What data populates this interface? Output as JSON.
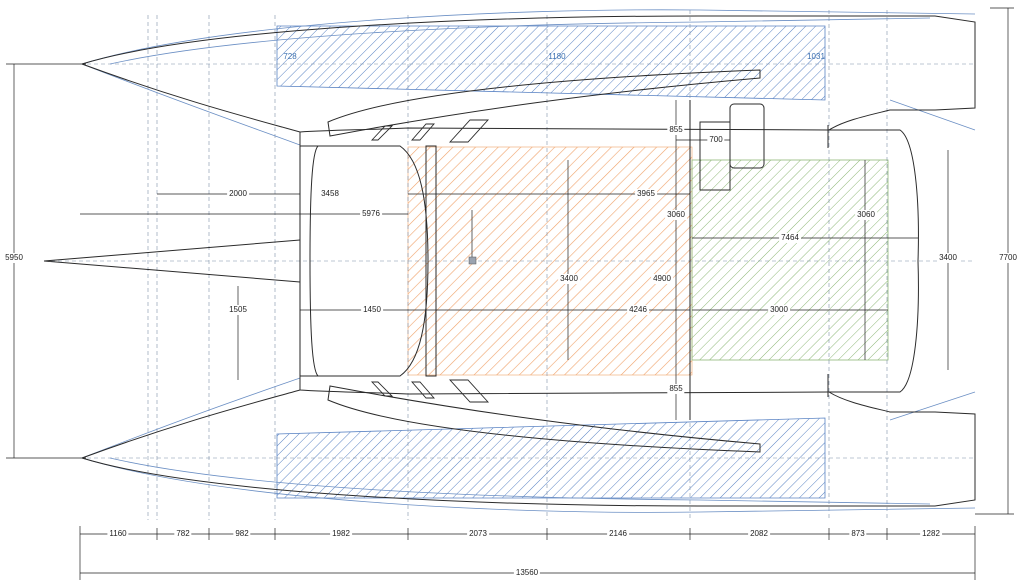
{
  "diagram": {
    "colors": {
      "hull_line": "#2b2b2b",
      "construction_line": "#6b8fc4",
      "blue_hatch": "#5b84c4",
      "orange_hatch": "#f0a36b",
      "green_hatch": "#8fb878",
      "dimension_line": "#222222"
    },
    "bottom_dims": [
      "1160",
      "782",
      "982",
      "1982",
      "2073",
      "2146",
      "2082",
      "873",
      "1282"
    ],
    "overall_length": "13560",
    "left_beam": "5950",
    "right_beam": "7700",
    "right_inner": "3400",
    "hull_blue_dims": [
      "728",
      "1180",
      "1031"
    ],
    "interior_dims": {
      "d2000": "2000",
      "d3458": "3458",
      "d5976": "5976",
      "d3965": "3965",
      "d3060a": "3060",
      "d3060b": "3060",
      "d7464": "7464",
      "d3400": "3400",
      "d4900": "4900",
      "d1505": "1505",
      "d1450": "1450",
      "d4246": "4246",
      "d3000": "3000",
      "d855a": "855",
      "d855b": "855",
      "d700": "700"
    }
  }
}
